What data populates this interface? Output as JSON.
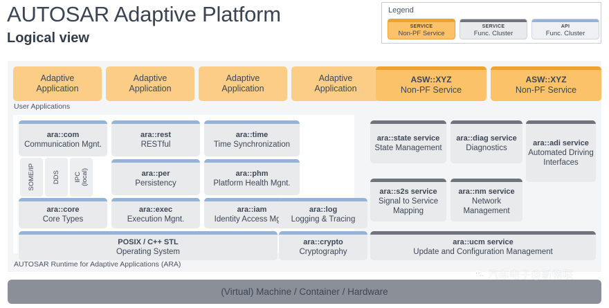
{
  "header": {
    "title": "AUTOSAR Adaptive Platform",
    "subtitle": "Logical view"
  },
  "legend": {
    "title": "Legend",
    "items": [
      {
        "kind": "SERVICE",
        "name": "Non-PF Service",
        "style": "orange"
      },
      {
        "kind": "SERVICE",
        "name": "Func. Cluster",
        "style": "gray"
      },
      {
        "kind": "API",
        "name": "Func. Cluster",
        "style": "blue"
      }
    ]
  },
  "user_applications": {
    "label": "User Applications",
    "apps": [
      {
        "line1": "Adaptive",
        "line2": "Application"
      },
      {
        "line1": "Adaptive",
        "line2": "Application"
      },
      {
        "line1": "Adaptive",
        "line2": "Application"
      },
      {
        "line1": "Adaptive",
        "line2": "Application"
      }
    ],
    "services": [
      {
        "line1": "ASW::XYZ",
        "line2": "Non-PF Service"
      },
      {
        "line1": "ASW::XYZ",
        "line2": "Non-PF Service"
      }
    ]
  },
  "ara": {
    "label": "AUTOSAR Runtime for Adaptive Applications (ARA)",
    "clusters": [
      {
        "name": "ara::com",
        "desc": "Communication Mgnt."
      },
      {
        "name": "ara::rest",
        "desc": "RESTful"
      },
      {
        "name": "ara::time",
        "desc": "Time Synchronization"
      },
      {
        "name": "ara::per",
        "desc": "Persistency"
      },
      {
        "name": "ara::phm",
        "desc": "Platform Health Mgnt."
      },
      {
        "name": "ara::core",
        "desc": "Core Types"
      },
      {
        "name": "ara::exec",
        "desc": "Execution Mgnt."
      },
      {
        "name": "ara::iam",
        "desc": "Identity Access Mgnt."
      },
      {
        "name": "ara::log",
        "desc": "Logging & Tracing"
      },
      {
        "name": "POSIX / C++ STL",
        "desc": "Operating System"
      },
      {
        "name": "ara::crypto",
        "desc": "Cryptography"
      }
    ],
    "transports": [
      {
        "label": "SOME/IP"
      },
      {
        "label": "DDS"
      },
      {
        "label": "IPC\n(local)"
      }
    ]
  },
  "platform_services": [
    {
      "name": "ara::state service",
      "desc": "State Management"
    },
    {
      "name": "ara::diag service",
      "desc": "Diagnostics"
    },
    {
      "name": "ara::adi service",
      "desc": "Automated Driving Interfaces"
    },
    {
      "name": "ara::s2s service",
      "desc": "Signal to Service Mapping"
    },
    {
      "name": "ara::nm service",
      "desc": "Network Management"
    },
    {
      "name": "ara::ucm service",
      "desc": "Update and Configuration Management"
    }
  ],
  "hardware": {
    "label": "(Virtual) Machine / Container / Hardware"
  },
  "watermark": {
    "text": "汽车电子@新物联"
  },
  "colors": {
    "non_pf_service": "#fbc26a",
    "non_pf_service_cap": "#f0a22e",
    "adaptive_app": "#fbcd86",
    "func_cluster_bg": "#e9eaec",
    "api_cap": "#93b3d9",
    "service_cap": "#6f747d",
    "hardware_bar": "#8b8f98",
    "panel_bg": "#f4f5f7"
  }
}
